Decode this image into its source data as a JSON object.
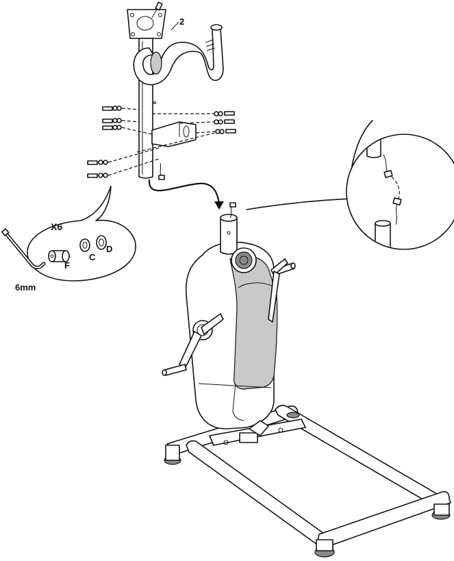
{
  "callouts": {
    "part_number": "2",
    "quantity": "X6",
    "tool_size": "6mm",
    "hardware": [
      {
        "letter": "F",
        "item": "spacer"
      },
      {
        "letter": "C",
        "item": "washer"
      },
      {
        "letter": "D",
        "item": "washer"
      }
    ]
  },
  "icons": {
    "allen_key": "allen-key-icon",
    "arrow": "curved-arrow-icon"
  }
}
